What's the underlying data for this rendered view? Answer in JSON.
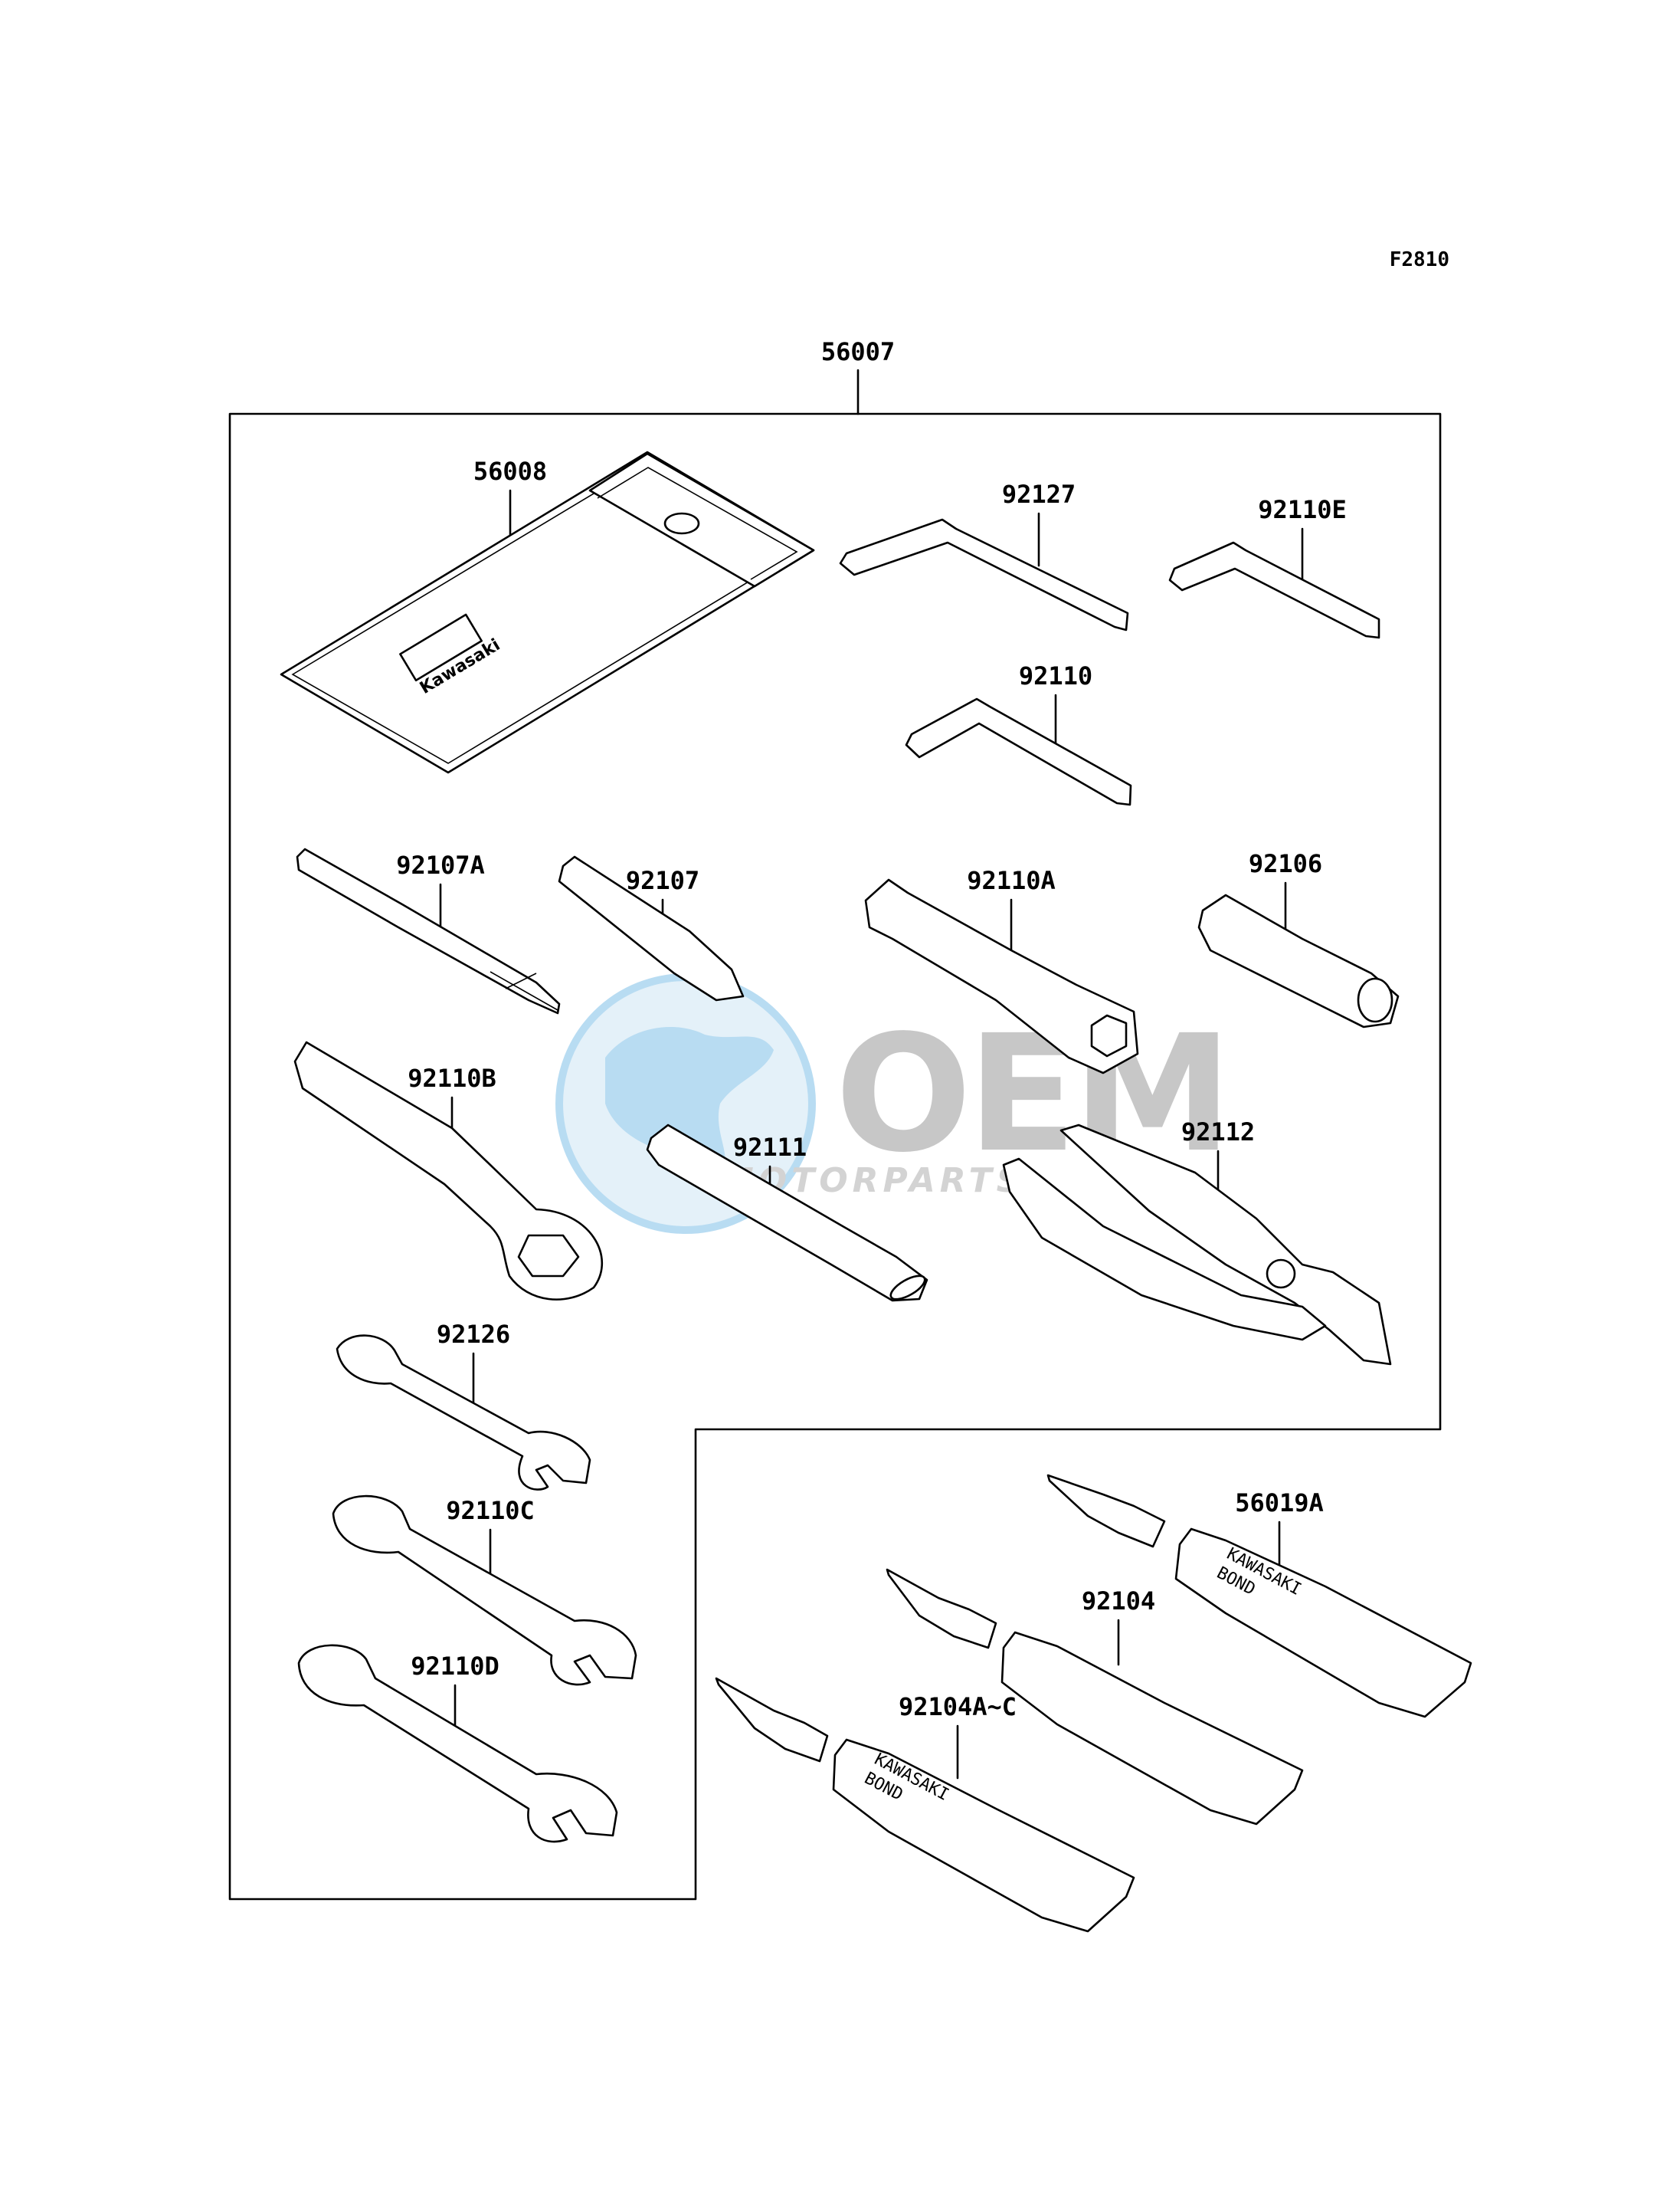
{
  "figure_code": "F2810",
  "kit_part": "56007",
  "parts": [
    {
      "id": "56008",
      "label": "56008"
    },
    {
      "id": "92127",
      "label": "92127"
    },
    {
      "id": "92110E",
      "label": "92110E"
    },
    {
      "id": "92110",
      "label": "92110"
    },
    {
      "id": "92107A",
      "label": "92107A"
    },
    {
      "id": "92107",
      "label": "92107"
    },
    {
      "id": "92110A",
      "label": "92110A"
    },
    {
      "id": "92106",
      "label": "92106"
    },
    {
      "id": "92110B",
      "label": "92110B"
    },
    {
      "id": "92111",
      "label": "92111"
    },
    {
      "id": "92112",
      "label": "92112"
    },
    {
      "id": "92126",
      "label": "92126"
    },
    {
      "id": "92110C",
      "label": "92110C"
    },
    {
      "id": "92110D",
      "label": "92110D"
    },
    {
      "id": "56019A",
      "label": "56019A"
    },
    {
      "id": "92104",
      "label": "92104"
    },
    {
      "id": "92104A-C",
      "label": "92104A~C"
    }
  ],
  "pouch_logo_text": "Kawasaki",
  "tube_text": {
    "line1": "KAWASAKI",
    "line2": "BOND"
  },
  "watermark": {
    "brand": "OEM",
    "sub": "MOTORPARTS"
  },
  "colors": {
    "ink": "#000000",
    "watermark_blue": "#5ab0e0",
    "watermark_gray": "#9a9a9a"
  }
}
